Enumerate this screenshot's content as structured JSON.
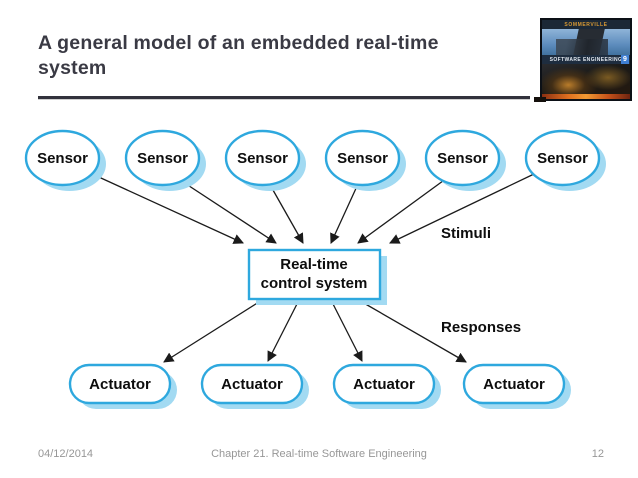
{
  "slide": {
    "title": "A general model of an embedded real-time system",
    "footer": {
      "date": "04/12/2014",
      "chapter": "Chapter 21. Real-time Software Engineering",
      "page": "12"
    }
  },
  "book_cover": {
    "author": "SOMMERVILLE",
    "title": "SOFTWARE ENGINEERING",
    "edition": "9"
  },
  "diagram": {
    "sensors": [
      "Sensor",
      "Sensor",
      "Sensor",
      "Sensor",
      "Sensor",
      "Sensor"
    ],
    "control_system": {
      "line1": "Real-time",
      "line2": "control system"
    },
    "actuators": [
      "Actuator",
      "Actuator",
      "Actuator",
      "Actuator"
    ],
    "labels": {
      "stimuli": "Stimuli",
      "responses": "Responses"
    }
  },
  "colors": {
    "shape_stroke": "#2EA8DE",
    "shape_shadow": "#A2DAF2",
    "arrow": "#1b1b1b",
    "title": "#3a3a44",
    "footer": "#979797",
    "edition_badge": "#3f7fd2",
    "cover_author": "#d99a33"
  }
}
